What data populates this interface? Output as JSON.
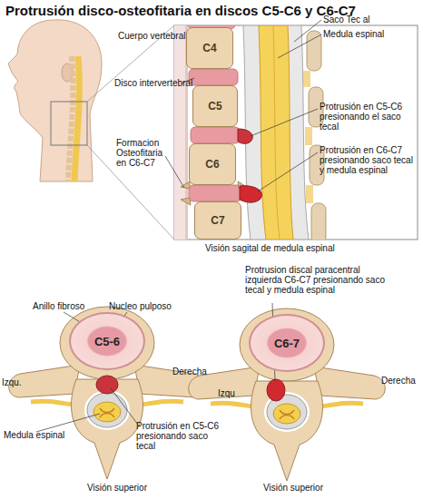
{
  "diagram": {
    "title": "Protrusión disco-osteofitaria en discos C5-C6 y C6-C7",
    "nodes": [
      {
        "text": [
          "C4"
        ]
      },
      {
        "text": [
          "C5"
        ]
      },
      {
        "text": [
          "C6"
        ]
      },
      {
        "text": [
          "C7"
        ]
      },
      {
        "text": [
          "C5-6"
        ]
      },
      {
        "text": [
          "C6-7"
        ]
      }
    ],
    "labels": [
      "Cuerpo vertebral",
      "Disco intervertebral",
      "Formacion Osteofitaria en C6-C7",
      "Saco Tec al",
      "Medula espinal",
      "Protrusión en C5-C6 presionando el saco tecal",
      "Protrusión en C6-C7 presionando saco tecal y medula espinal",
      "Visión sagital de medula espinal",
      "Anillo fibroso",
      "Nucleo pulposo",
      "Izqu.",
      "Derecha",
      "Medula espinal",
      "Protrusión en C5-C6 presionando saco tecal",
      "Visión superior",
      "Protrusion discal paracentral izquierda C6-C7 presionando saco tecal y medula espinal",
      "Izqu",
      "Derecha",
      "Visión superior"
    ]
  }
}
